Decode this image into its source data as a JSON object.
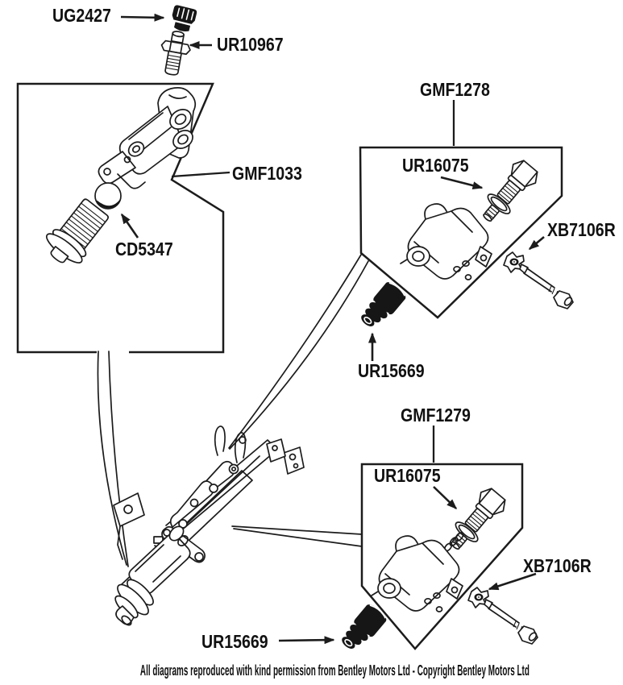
{
  "colors": {
    "ink": "#1a1a1a",
    "background": "#ffffff"
  },
  "labels": {
    "ug2427": "UG2427",
    "ur10967": "UR10967",
    "gmf1033": "GMF1033",
    "cd5347": "CD5347",
    "gmf1278": "GMF1278",
    "ur16075_upper": "UR16075",
    "xb7106r_upper": "XB7106R",
    "ur15669_upper": "UR15669",
    "gmf1279": "GMF1279",
    "ur16075_lower": "UR16075",
    "xb7106r_lower": "XB7106R",
    "ur15669_lower": "UR15669"
  },
  "footer": "All diagrams reproduced with kind permission from Bentley Motors Ltd - Copyright Bentley Motors Ltd"
}
